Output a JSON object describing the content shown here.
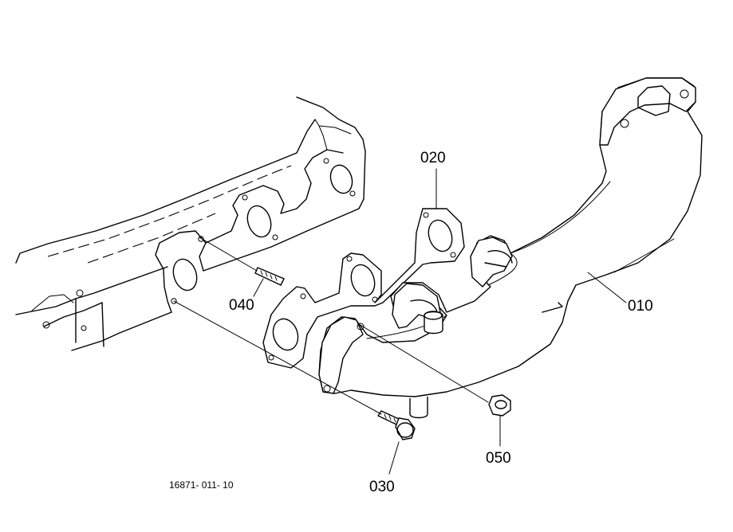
{
  "diagram": {
    "type": "exploded parts diagram",
    "parts": [
      {
        "id": "010",
        "label": "010"
      },
      {
        "id": "020",
        "label": "020"
      },
      {
        "id": "030",
        "label": "030"
      },
      {
        "id": "040",
        "label": "040"
      },
      {
        "id": "050",
        "label": "050"
      }
    ],
    "figure_code": "16871- 011- 10"
  }
}
